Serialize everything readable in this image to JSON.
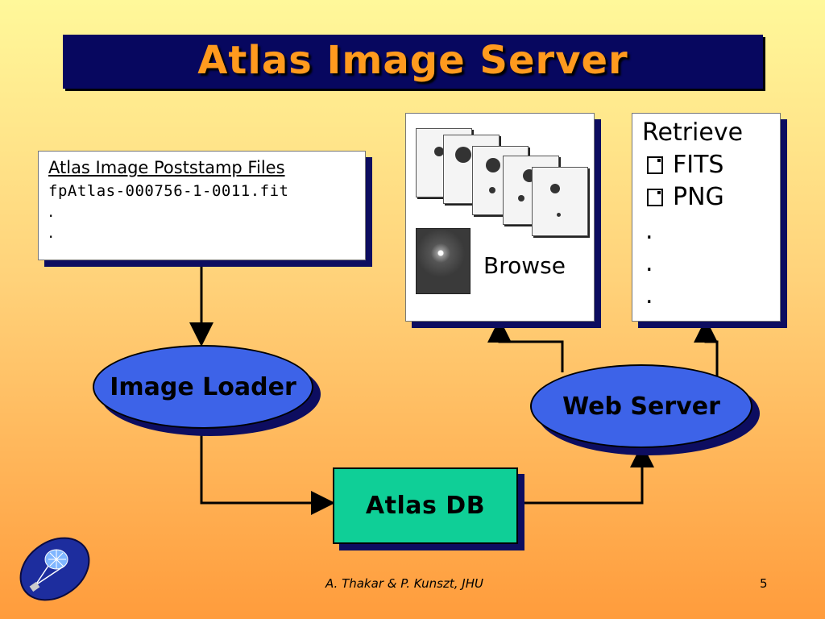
{
  "title": "Atlas Image Server",
  "files_box": {
    "heading": "Atlas Image Poststamp Files",
    "filename": "fpAtlas-000756-1-0011.fit",
    "dot1": ".",
    "dot2": "."
  },
  "browse_box": {
    "label": "Browse"
  },
  "retrieve_box": {
    "title": "Retrieve",
    "items": [
      "FITS",
      "PNG"
    ],
    "dots": [
      ".",
      ".",
      "."
    ]
  },
  "nodes": {
    "image_loader": "Image Loader",
    "web_server": "Web Server",
    "atlas_db": "Atlas DB"
  },
  "footer": {
    "author": "A. Thakar & P. Kunszt, JHU",
    "page": "5"
  },
  "colors": {
    "title_bar": "#07075f",
    "title_text": "#ff9a1e",
    "ellipse_fill": "#3d63e8",
    "db_fill": "#0fcf97",
    "shadow": "#0d0d60"
  }
}
